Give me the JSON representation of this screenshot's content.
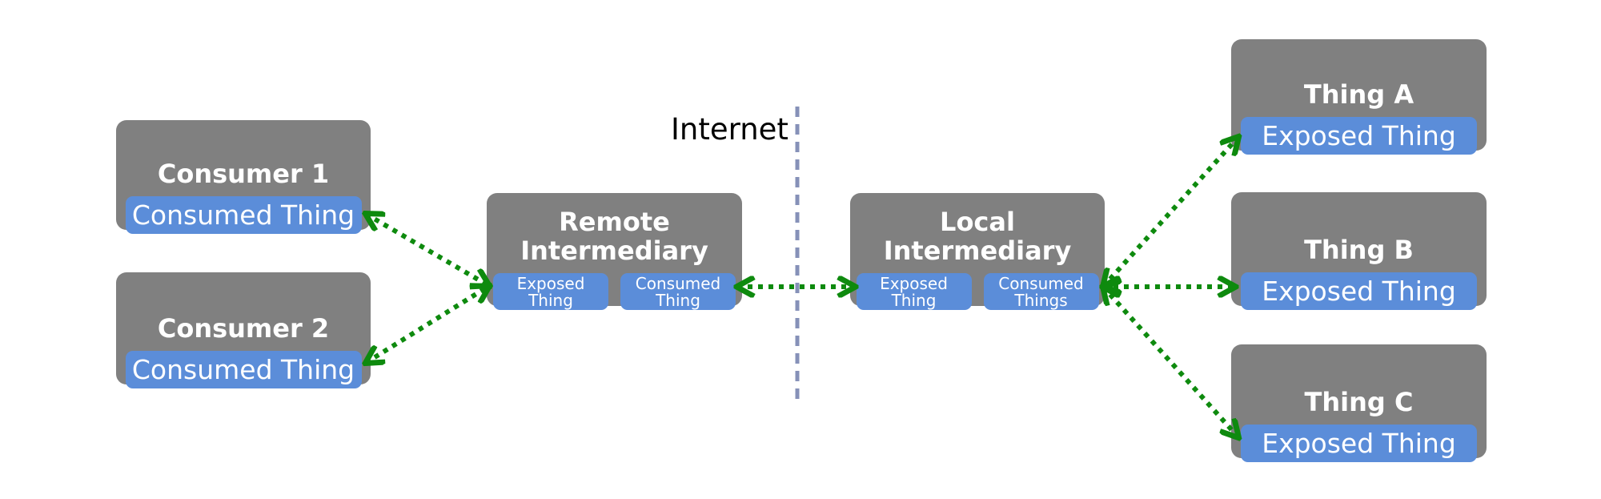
{
  "diagram": {
    "internet_label": "Internet",
    "colors": {
      "node_gray": "#808080",
      "thing_blue": "#5b8dd9",
      "arrow_green": "#0e8a0e",
      "divider_gray_blue": "#8691b8",
      "node_text": "#ffffff",
      "label_text": "#000000"
    },
    "nodes": [
      {
        "id": "consumer-1",
        "title": "Consumer 1",
        "things": [
          "Consumed Thing"
        ]
      },
      {
        "id": "consumer-2",
        "title": "Consumer 2",
        "things": [
          "Consumed Thing"
        ]
      },
      {
        "id": "remote-intermediary",
        "title": "Remote Intermediary",
        "things": [
          "Exposed Thing",
          "Consumed Thing"
        ]
      },
      {
        "id": "local-intermediary",
        "title": "Local Intermediary",
        "things": [
          "Exposed Thing",
          "Consumed Things"
        ]
      },
      {
        "id": "thing-a",
        "title": "Thing A",
        "things": [
          "Exposed Thing"
        ]
      },
      {
        "id": "thing-b",
        "title": "Thing B",
        "things": [
          "Exposed Thing"
        ]
      },
      {
        "id": "thing-c",
        "title": "Thing C",
        "things": [
          "Exposed Thing"
        ]
      }
    ],
    "connections": [
      {
        "from": "consumer-1.consumed-thing",
        "to": "remote-intermediary.exposed-thing",
        "style": "dotted-double-arrow"
      },
      {
        "from": "consumer-2.consumed-thing",
        "to": "remote-intermediary.exposed-thing",
        "style": "dotted-double-arrow"
      },
      {
        "from": "remote-intermediary.consumed-thing",
        "to": "local-intermediary.exposed-thing",
        "style": "dotted-double-arrow"
      },
      {
        "from": "local-intermediary.consumed-things",
        "to": "thing-a.exposed-thing",
        "style": "dotted-double-arrow"
      },
      {
        "from": "local-intermediary.consumed-things",
        "to": "thing-b.exposed-thing",
        "style": "dotted-double-arrow"
      },
      {
        "from": "local-intermediary.consumed-things",
        "to": "thing-c.exposed-thing",
        "style": "dotted-double-arrow"
      }
    ]
  }
}
